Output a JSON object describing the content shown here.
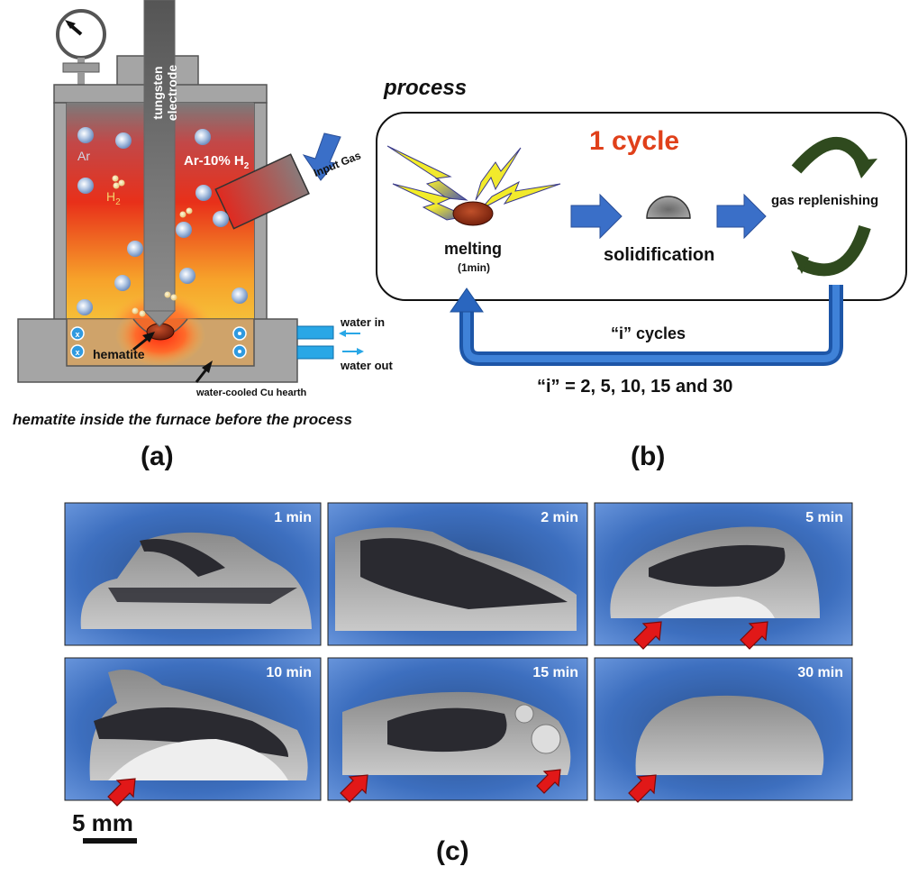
{
  "panel_a": {
    "electrode_label": "tungsten electrode",
    "gas_mix_label_prefix": "Ar-10% H",
    "gas_mix_label_sub": "2",
    "ar_label": "Ar",
    "h2_label_main": "H",
    "h2_label_sub": "2",
    "hematite_label": "hematite",
    "input_gas_label": "Input Gas",
    "water_in_label": "water in",
    "water_out_label": "water out",
    "hearth_label": "water-cooled Cu hearth",
    "caption": "hematite inside the furnace before the process",
    "panel_label": "(a)"
  },
  "panel_b": {
    "title": "process",
    "cycle_title": "1 cycle",
    "melting_label": "melting",
    "melting_time": "(1min)",
    "solidification_label": "solidification",
    "gas_label": "gas replenishing",
    "cycles_label": "“i” cycles",
    "cycles_values": "“i” = 2, 5, 10, 15 and 30",
    "panel_label": "(b)"
  },
  "panel_c": {
    "photos": [
      {
        "label": "1 min"
      },
      {
        "label": "2 min"
      },
      {
        "label": "5 min"
      },
      {
        "label": "10 min"
      },
      {
        "label": "15 min"
      },
      {
        "label": "30 min"
      }
    ],
    "scale_label": "5 mm",
    "panel_label": "(c)"
  },
  "colors": {
    "accent_red": "#e0401a",
    "arrow_blue": "#3a6fc8",
    "cycle_green": "#2f4a1e",
    "photo_bg": "#3f74c4"
  }
}
